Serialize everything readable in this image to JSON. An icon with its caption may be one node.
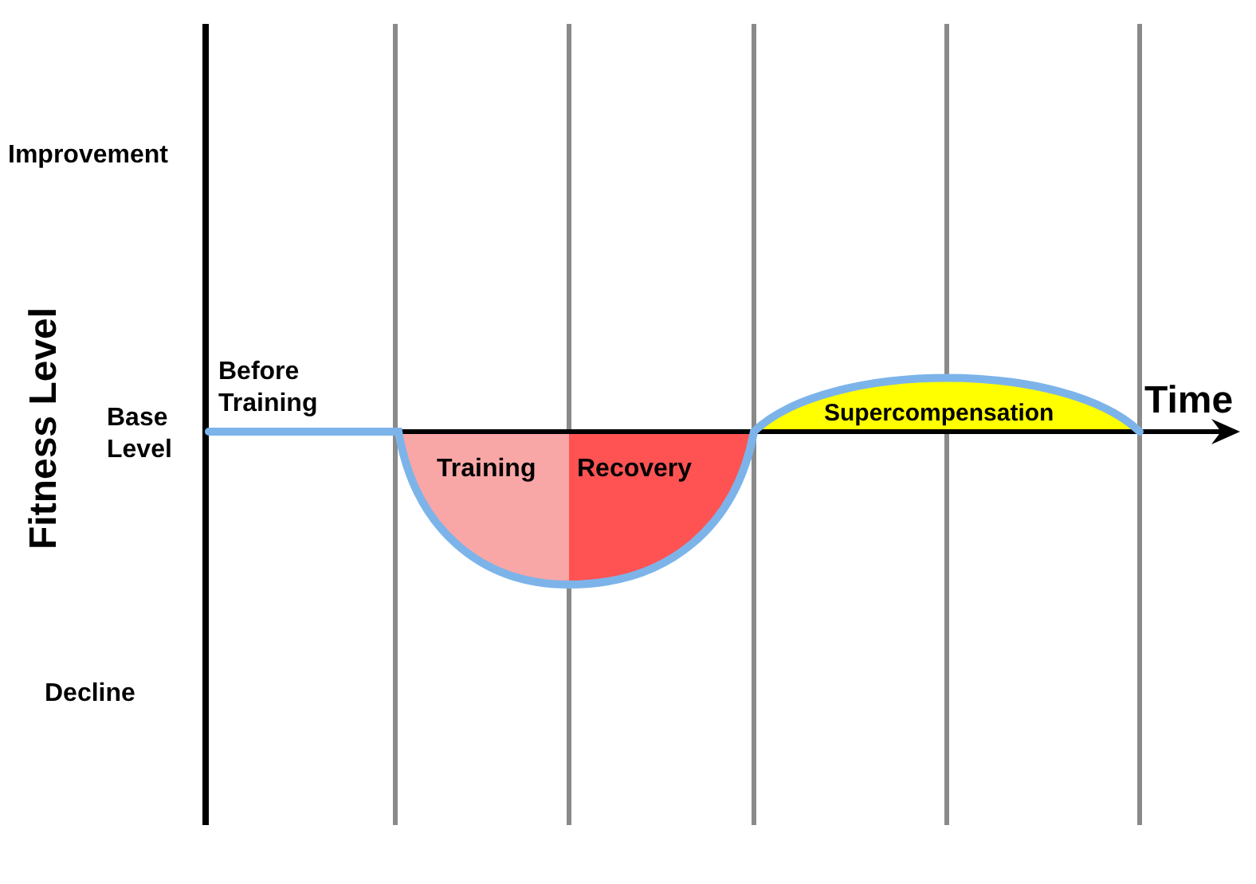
{
  "diagram": {
    "nodes": [
      {
        "text": [
          "Training"
        ]
      },
      {
        "text": [
          "Recovery"
        ]
      },
      {
        "text": [
          "Supercompensation"
        ]
      }
    ],
    "labels": [
      "Improvement",
      "Before Training",
      "Time",
      "Base Level",
      "Fitness Level",
      "Decline"
    ]
  }
}
